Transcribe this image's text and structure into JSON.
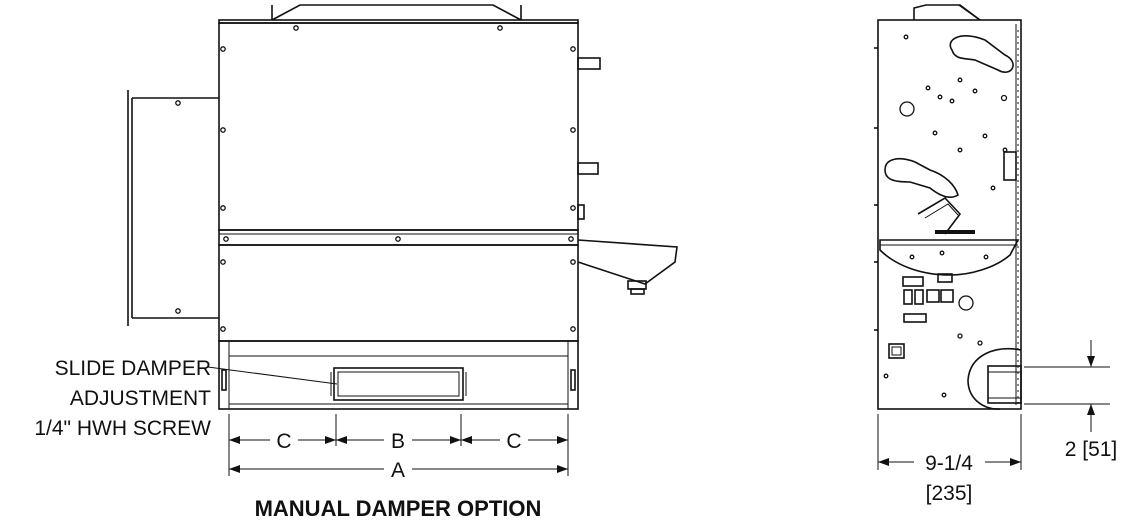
{
  "labels": {
    "slide_damper_line1": "SLIDE DAMPER",
    "slide_damper_line2": "ADJUSTMENT",
    "slide_damper_line3": "1/4\" HWH SCREW",
    "title": "MANUAL DAMPER OPTION"
  },
  "dimensions": {
    "c_left": "C",
    "b": "B",
    "c_right": "C",
    "a": "A",
    "depth_in": "9-1/4",
    "depth_mm": "[235]",
    "height": "2 [51]"
  },
  "colors": {
    "line": "#111111",
    "background": "#ffffff"
  }
}
